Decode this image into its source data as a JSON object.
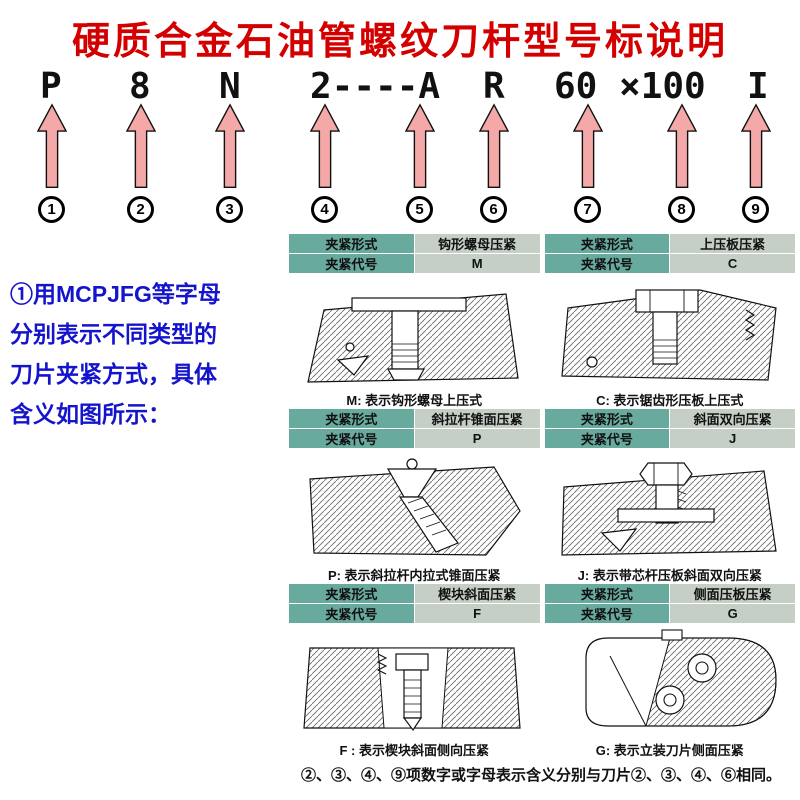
{
  "title": "硬质合金石油管螺纹刀杆型号标说明",
  "code": {
    "segments": [
      "P",
      "8",
      "N",
      "2----A",
      "R",
      "60 ×100",
      "I"
    ],
    "markers": [
      "1",
      "2",
      "3",
      "4",
      "5",
      "6",
      "7",
      "8",
      "9"
    ]
  },
  "left_note": {
    "lines": [
      "①用MCPJFG等字母",
      "分别表示不同类型的",
      "刀片夹紧方式，具体",
      "含义如图所示："
    ]
  },
  "panels": [
    {
      "form_label": "夹紧形式",
      "form_value": "钩形螺母压紧",
      "code_label": "夹紧代号",
      "code_value": "M",
      "caption": "M: 表示钩形螺母上压式",
      "diagram": "hook-nut-clamp"
    },
    {
      "form_label": "夹紧形式",
      "form_value": "上压板压紧",
      "code_label": "夹紧代号",
      "code_value": "C",
      "caption": "C: 表示锯齿形压板上压式",
      "diagram": "serrated-top-plate-clamp"
    },
    {
      "form_label": "夹紧形式",
      "form_value": "斜拉杆锥面压紧",
      "code_label": "夹紧代号",
      "code_value": "P",
      "caption": "P: 表示斜拉杆内拉式锥面压紧",
      "diagram": "inclined-pull-rod-cone-clamp"
    },
    {
      "form_label": "夹紧形式",
      "form_value": "斜面双向压紧",
      "code_label": "夹紧代号",
      "code_value": "J",
      "caption": "J: 表示带芯杆压板斜面双向压紧",
      "diagram": "core-rod-plate-bidirectional-clamp"
    },
    {
      "form_label": "夹紧形式",
      "form_value": "楔块斜面压紧",
      "code_label": "夹紧代号",
      "code_value": "F",
      "caption": "F : 表示楔块斜面侧向压紧",
      "diagram": "wedge-incline-side-clamp"
    },
    {
      "form_label": "夹紧形式",
      "form_value": "侧面压板压紧",
      "code_label": "夹紧代号",
      "code_value": "G",
      "caption": "G: 表示立装刀片侧面压紧",
      "diagram": "vertical-insert-side-clamp"
    }
  ],
  "footer_note": "②、③、④、⑨项数字或字母表示含义分别与刀片②、③、④、⑥相同。",
  "colors": {
    "title_red": "#d40000",
    "note_blue": "#1414cc",
    "arrow_pink": "#f4a8a8",
    "header_label_bg": "#68aa9e",
    "header_value_bg": "#c5cfc6"
  }
}
